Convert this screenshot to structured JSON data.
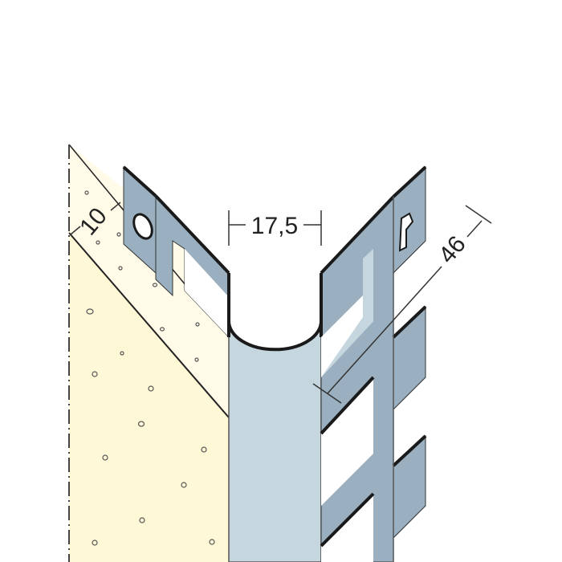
{
  "diagram": {
    "subject": "corner bead profile with plaster layers",
    "dimensions": {
      "plaster_thickness": "10",
      "nose_width": "17,5",
      "wing_length": "46"
    },
    "colors": {
      "background": "#ffffff",
      "wall_substrate": "#fef8d6",
      "plaster_layer": "#fffbe8",
      "profile_nose": "#c6d6df",
      "profile_wing": "#9ab0c0",
      "profile_wing_dark": "#8aa2b4",
      "outline": "#1a1a1a",
      "dimension_line": "#333333"
    },
    "icons": {
      "round_hole": "circle-hole-icon",
      "keyhole": "keyhole-slot-icon"
    }
  }
}
